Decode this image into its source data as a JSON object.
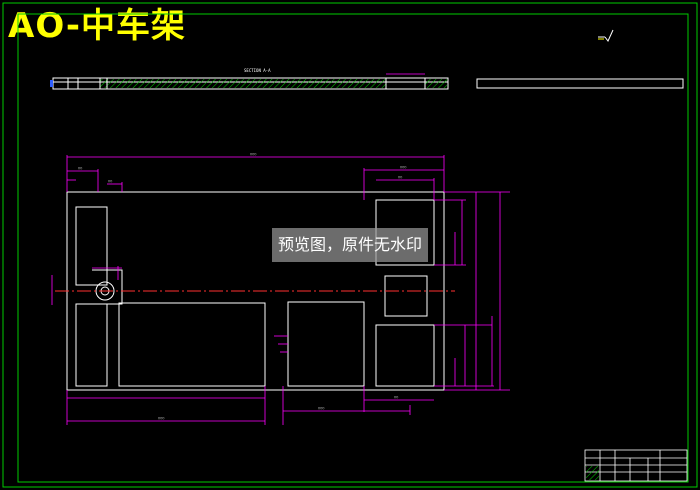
{
  "drawing": {
    "title": "AO-中车架",
    "watermark": "预览图，原件无水印",
    "section_label": "SECTION A-A",
    "colors": {
      "background": "#000000",
      "border": "#00cc00",
      "outline": "#ffffff",
      "dimension": "#ff00ff",
      "centerline": "#ff3030",
      "title": "#ffff00",
      "hatch": "#00cc00"
    }
  }
}
